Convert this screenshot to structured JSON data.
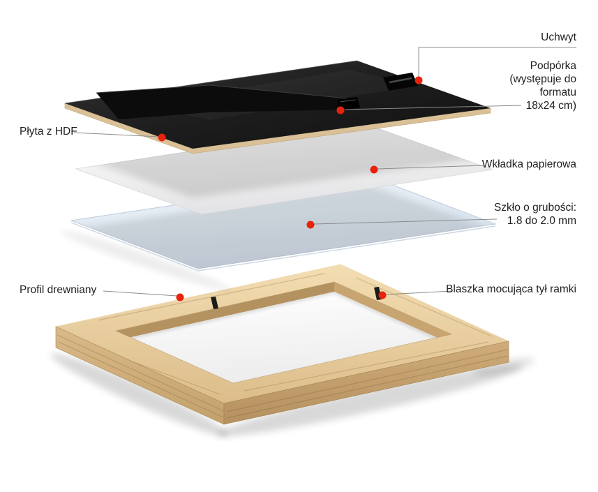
{
  "diagram": {
    "subject": "exploded view of a wooden picture frame and its parts",
    "language": "pl"
  },
  "labels": {
    "uchwyt": "Uchwyt",
    "podporka": "Podpórka\n(występuje do\nformatu\n18x24 cm)",
    "plyta": "Płyta z HDF",
    "wkladka": "Wkładka papierowa",
    "szklo": "Szkło o grubości:\n1.8 do 2.0 mm",
    "profil": "Profil drewniany",
    "blaszka": "Blaszka mocująca tył ramki"
  },
  "colors": {
    "marker_dot": "#e8220c",
    "leader_line": "#8c8c8c",
    "label_text": "#1e1e1e",
    "board_black": "#1a1a1a",
    "board_edge_plywood": "#d9c096",
    "paper_white": "#f4f4f4",
    "glass_blue": "#dde7f2",
    "wood_light": "#f0d9ae",
    "wood_mid": "#d3b07c",
    "wood_dark": "#b79261",
    "background": "#ffffff"
  }
}
